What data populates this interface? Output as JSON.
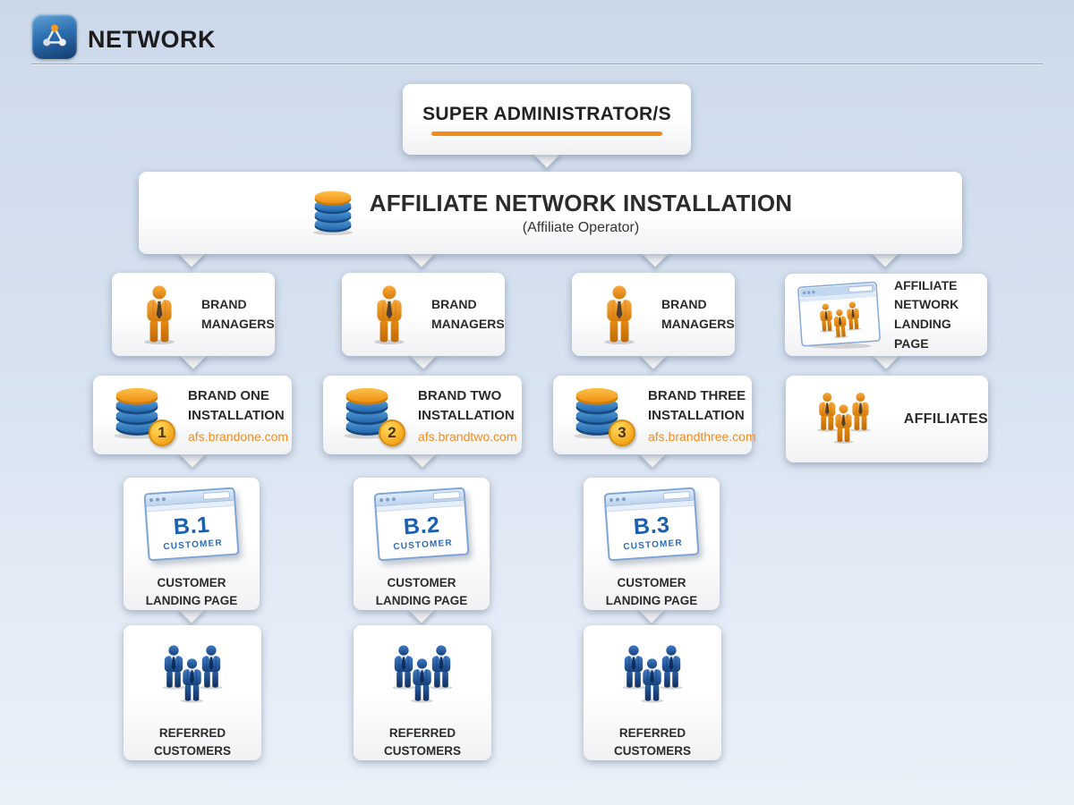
{
  "header": {
    "title": "NETWORK"
  },
  "colors": {
    "accent_orange": "#F08B1C",
    "link_orange": "#F68C1F",
    "brand_blue": "#1C5FAE",
    "text_dark": "#2B2B2B",
    "background_top": "#CAD8EA",
    "background_bottom": "#EAF0F8"
  },
  "nodes": {
    "super_admin": {
      "label": "SUPER ADMINISTRATOR/S"
    },
    "network_installation": {
      "title": "AFFILIATE NETWORK INSTALLATION",
      "subtitle": "(Affiliate Operator)"
    },
    "brand_managers_1": {
      "label": "BRAND\nMANAGERS"
    },
    "brand_managers_2": {
      "label": "BRAND\nMANAGERS"
    },
    "brand_managers_3": {
      "label": "BRAND\nMANAGERS"
    },
    "affiliate_landing": {
      "label": "AFFILIATE\nNETWORK\nLANDING PAGE"
    },
    "brand_one": {
      "label": "BRAND ONE\nINSTALLATION",
      "domain": "afs.brandone.com",
      "badge": "1"
    },
    "brand_two": {
      "label": "BRAND TWO\nINSTALLATION",
      "domain": "afs.brandtwo.com",
      "badge": "2"
    },
    "brand_three": {
      "label": "BRAND THREE\nINSTALLATION",
      "domain": "afs.brandthree.com",
      "badge": "3"
    },
    "affiliates": {
      "label": "AFFILIATES"
    },
    "customer_landing_1": {
      "window_title": "B.1",
      "window_sub": "CUSTOMER",
      "label": "CUSTOMER\nLANDING PAGE"
    },
    "customer_landing_2": {
      "window_title": "B.2",
      "window_sub": "CUSTOMER",
      "label": "CUSTOMER\nLANDING PAGE"
    },
    "customer_landing_3": {
      "window_title": "B.3",
      "window_sub": "CUSTOMER",
      "label": "CUSTOMER\nLANDING PAGE"
    },
    "referred_1": {
      "label": "REFERRED\nCUSTOMERS"
    },
    "referred_2": {
      "label": "REFERRED\nCUSTOMERS"
    },
    "referred_3": {
      "label": "REFERRED\nCUSTOMERS"
    }
  }
}
